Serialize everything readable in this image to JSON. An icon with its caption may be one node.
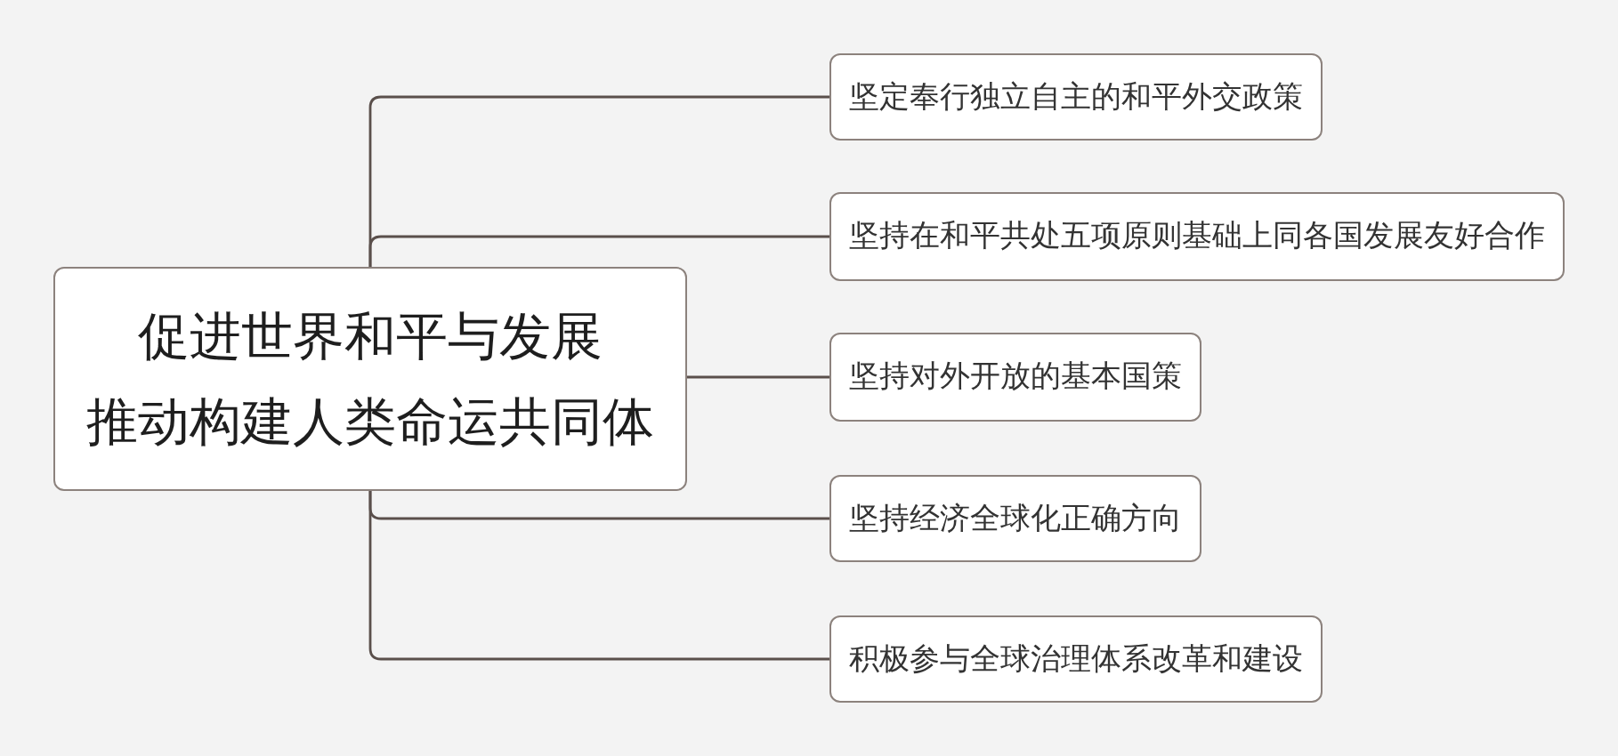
{
  "diagram": {
    "nodes": [
      {
        "text": [
          "促进世界和平与发展",
          "推动构建人类命运共同体"
        ]
      },
      {
        "text": [
          "坚定奉行独立自主的和平外交政策"
        ]
      },
      {
        "text": [
          "坚持在和平共处五项原则基础上同各国发展友好合作"
        ]
      },
      {
        "text": [
          "坚持对外开放的基本国策"
        ]
      },
      {
        "text": [
          "坚持经济全球化正确方向"
        ]
      },
      {
        "text": [
          "积极参与全球治理体系改革和建设"
        ]
      }
    ],
    "edges": [
      {
        "from": 0,
        "to": 1,
        "arrow": "none"
      },
      {
        "from": 0,
        "to": 2,
        "arrow": "none"
      },
      {
        "from": 0,
        "to": 3,
        "arrow": "none"
      },
      {
        "from": 0,
        "to": 4,
        "arrow": "none"
      },
      {
        "from": 0,
        "to": 5,
        "arrow": "none"
      }
    ]
  }
}
